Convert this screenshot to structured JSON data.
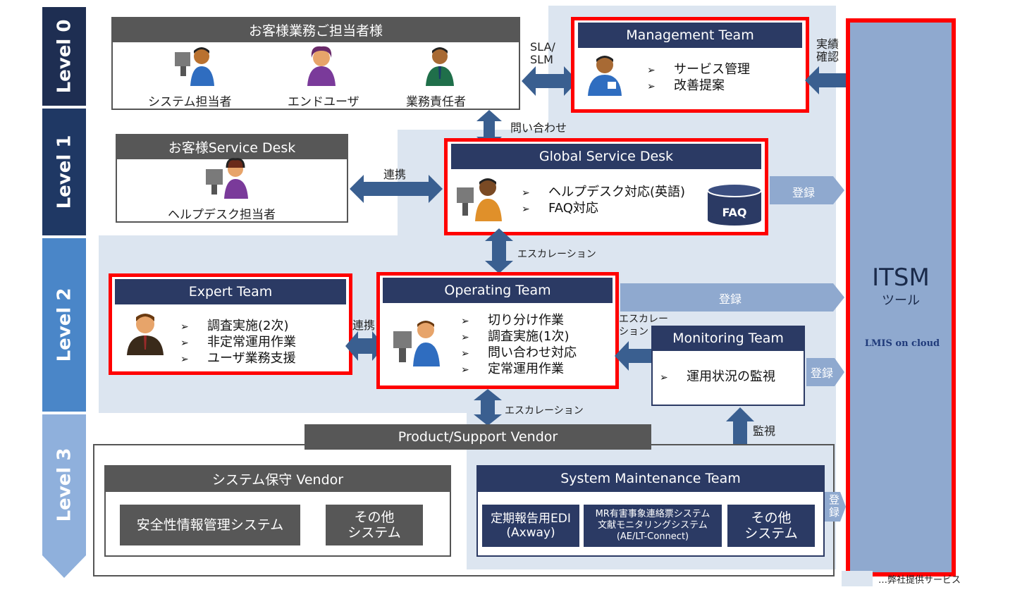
{
  "levels": [
    "Level 0",
    "Level 1",
    "Level 2",
    "Level 3"
  ],
  "customer": {
    "title": "お客様業務ご担当者様",
    "people": [
      "システム担当者",
      "エンドユーザ",
      "業務責任者"
    ]
  },
  "management": {
    "title": "Management Team",
    "items": [
      "サービス管理",
      "改善提案"
    ]
  },
  "customer_desk": {
    "title": "お客様Service Desk",
    "person": "ヘルプデスク担当者"
  },
  "global_desk": {
    "title": "Global Service Desk",
    "items": [
      "ヘルプデスク対応(英語)",
      "FAQ対応"
    ],
    "faq": "FAQ"
  },
  "expert": {
    "title": "Expert Team",
    "items": [
      "調査実施(2次)",
      "非定常運用作業",
      "ユーザ業務支援"
    ]
  },
  "operating": {
    "title": "Operating Team",
    "items": [
      "切り分け作業",
      "調査実施(1次)",
      "問い合わせ対応",
      "定常運用作業"
    ]
  },
  "monitoring": {
    "title": "Monitoring Team",
    "items": [
      "運用状況の監視"
    ]
  },
  "vendor": {
    "title": "Product/Support Vendor",
    "maint_vendor": {
      "title": "システム保守 Vendor",
      "systems": [
        "安全性情報管理システム",
        "その他\nシステム"
      ]
    },
    "maint_team": {
      "title": "System Maintenance Team",
      "systems": [
        "定期報告用EDI\n(Axway)",
        "MR有害事象連絡票システム\n文献モニタリングシステム\n(AE/LT-Connect)",
        "その他\nシステム"
      ]
    }
  },
  "itsm": {
    "title": "ITSM",
    "subtitle": "ツール",
    "logo": "LMIS on cloud"
  },
  "labels": {
    "sla": "SLA/\nSLM",
    "jisseki": "実績\n確認",
    "toiawase": "問い合わせ",
    "renkei1": "連携",
    "renkei2": "連携",
    "escalation1": "エスカレーション",
    "escalation2": "エスカレー\nション",
    "escalation3": "エスカレーション",
    "touroku1": "登録",
    "touroku2": "登録",
    "touroku3": "登録",
    "touroku4": "登\n録",
    "kanshi": "監視",
    "legend": "…弊社提供サービス"
  },
  "colors": {
    "level0": "#1e2e52",
    "level1": "#1f3864",
    "level2": "#4a86c8",
    "level3": "#8fb0dc",
    "highlight": "#ff0000",
    "service_bg": "#dce5f0",
    "arrow": "#3a5f90",
    "arrow_light": "#8fa9cf",
    "itsm": "#8fa9cf"
  }
}
